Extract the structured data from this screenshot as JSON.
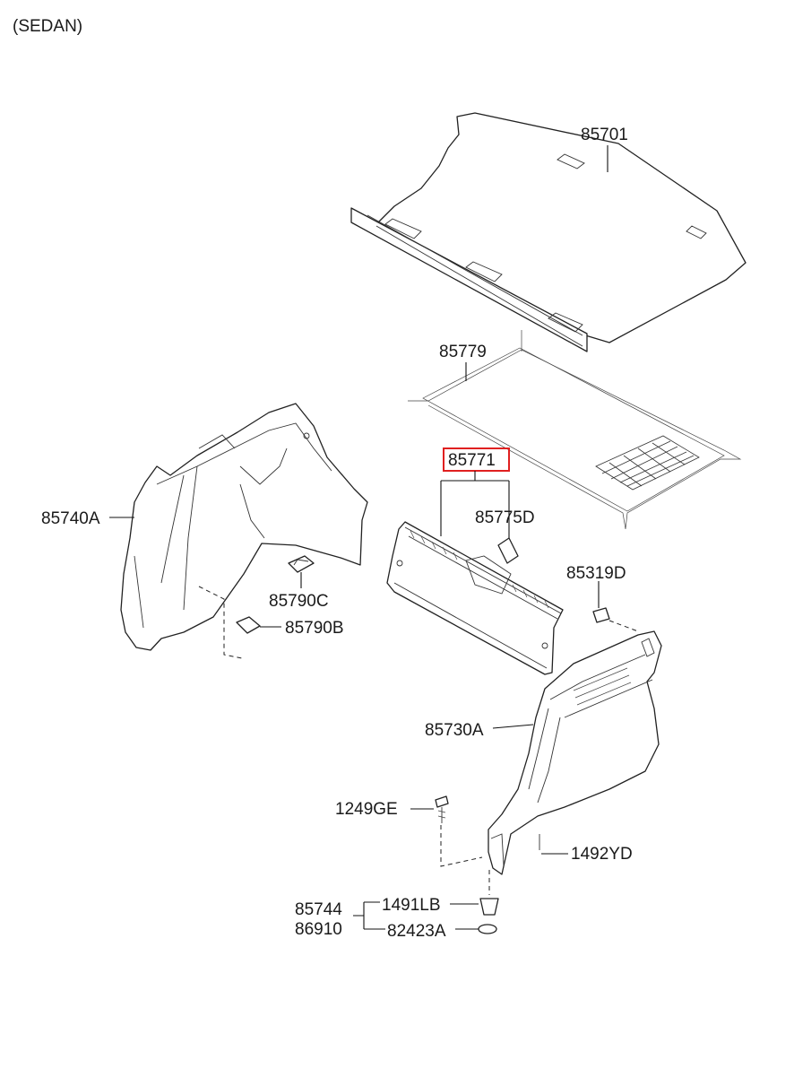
{
  "diagram": {
    "variant_note": "(SEDAN)",
    "highlight_color": "#e02020",
    "callouts": {
      "p85701": "85701",
      "p85779": "85779",
      "p85771": "85771",
      "p85775D": "85775D",
      "p85740A": "85740A",
      "p85790C": "85790C",
      "p85790B": "85790B",
      "p85319D": "85319D",
      "p85730A": "85730A",
      "p1249GE": "1249GE",
      "p1492YD": "1492YD",
      "p85744": "85744",
      "p86910": "86910",
      "p1491LB": "1491LB",
      "p82423A": "82423A"
    },
    "highlighted_part": "85771"
  }
}
